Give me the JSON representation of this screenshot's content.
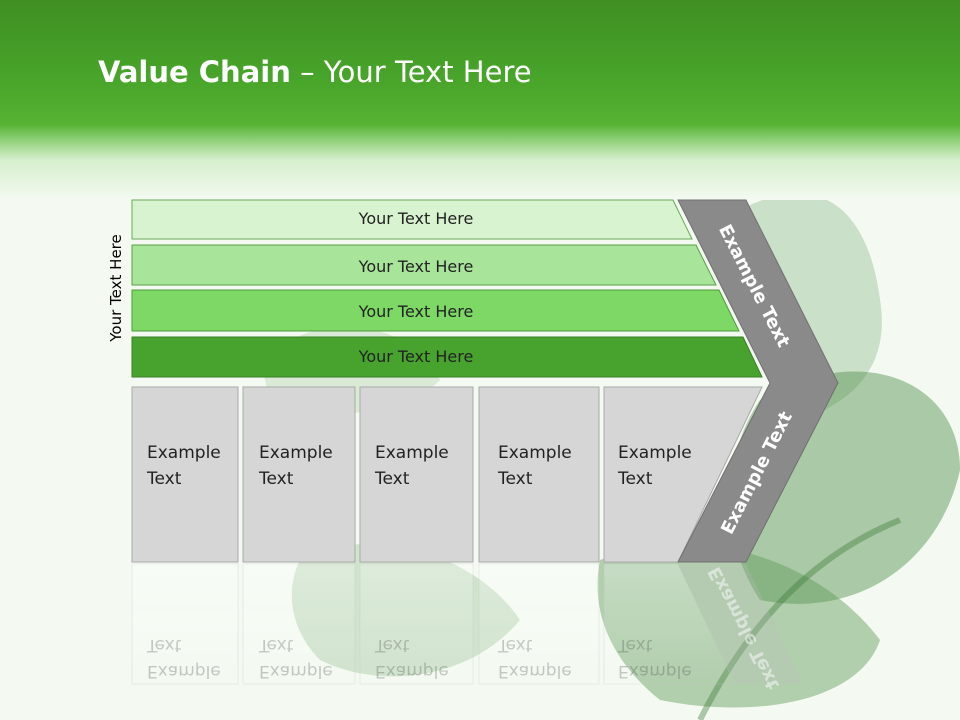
{
  "title": {
    "bold": "Value Chain",
    "rest": " – Your Text Here"
  },
  "side_label": "Your Text Here",
  "bars": [
    "Your Text Here",
    "Your Text Here",
    "Your Text Here",
    "Your Text Here"
  ],
  "cards": [
    {
      "line1": "Example",
      "line2": "Text"
    },
    {
      "line1": "Example",
      "line2": "Text"
    },
    {
      "line1": "Example",
      "line2": "Text"
    },
    {
      "line1": "Example",
      "line2": "Text"
    },
    {
      "line1": "Example",
      "line2": "Text"
    }
  ],
  "chevron": {
    "upper": "Example Text",
    "lower": "Example Text"
  },
  "colors": {
    "header_green": "#48a52a",
    "bar1": "#d8f3cf",
    "bar2": "#a8e49a",
    "bar3": "#7dd866",
    "bar4": "#47a32d",
    "card": "#d6d6d6",
    "chevron": "#8a8a8a"
  }
}
